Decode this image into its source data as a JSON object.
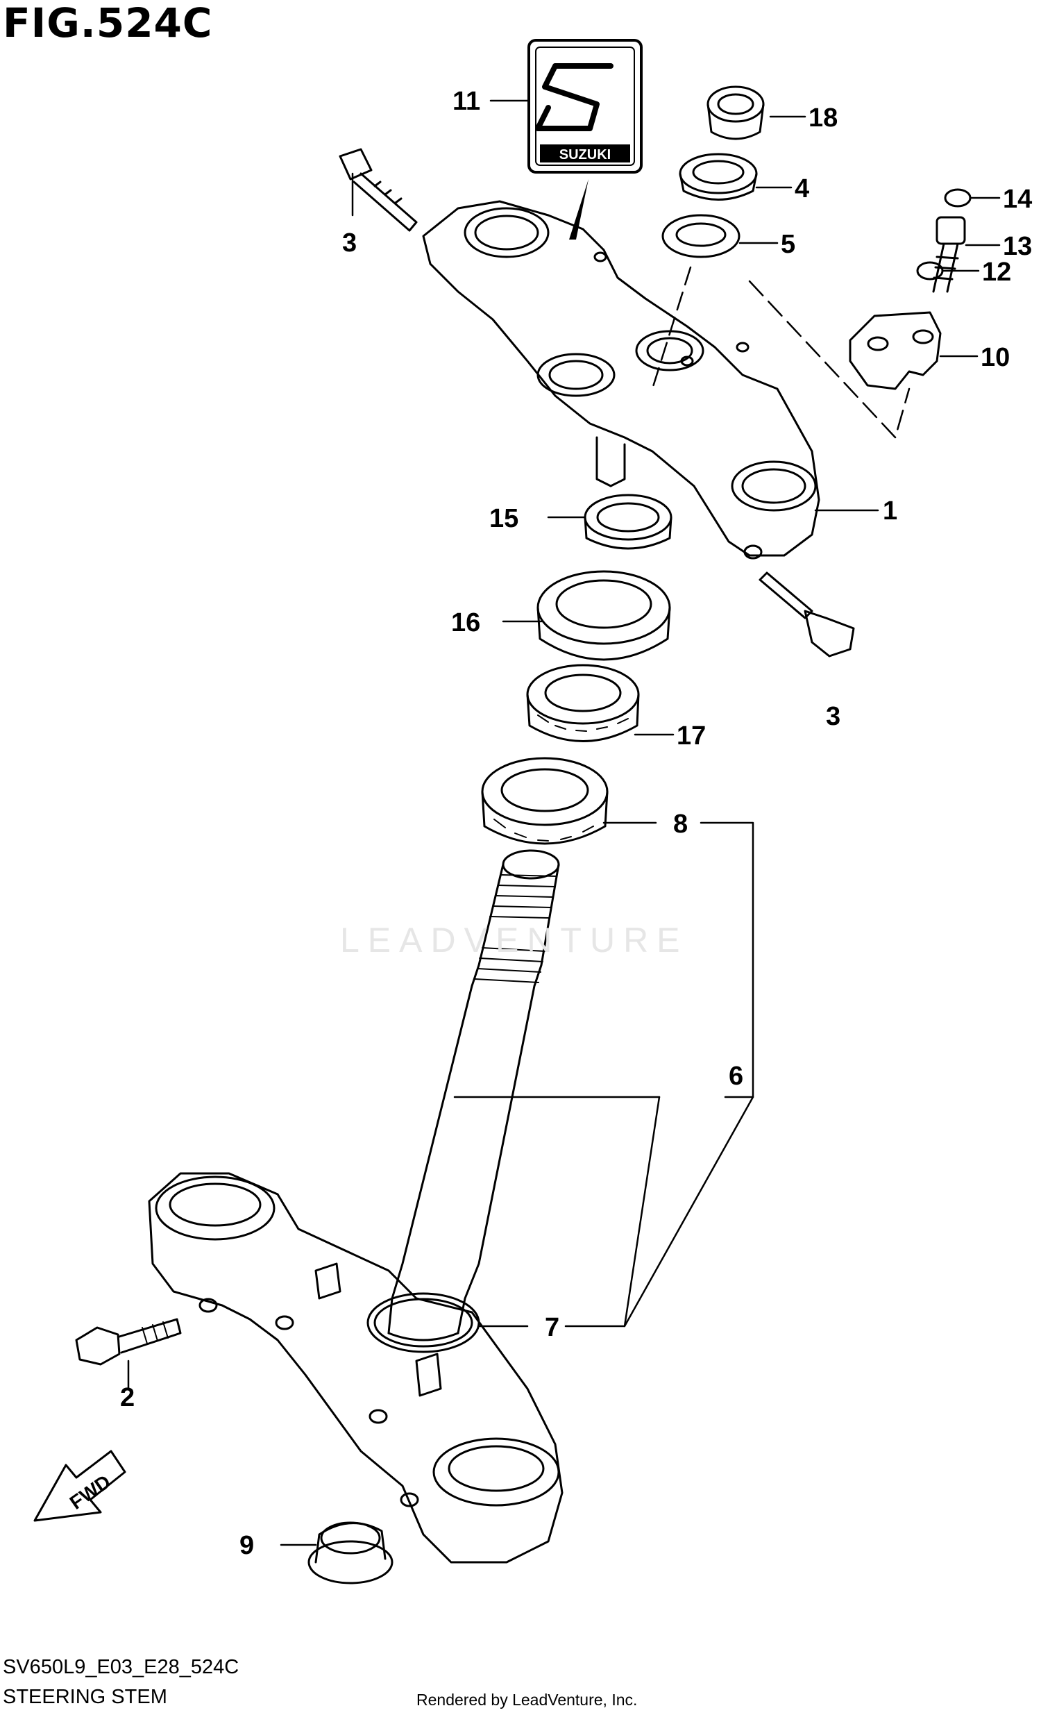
{
  "figure": {
    "title": "FIG.524C",
    "model_code": "SV650L9_E03_E28_524C",
    "section_name": "STEERING STEM",
    "rendered_by": "Rendered by LeadVenture, Inc.",
    "watermark": "LEADVENTURE"
  },
  "emblem": {
    "text": "SUZUKI"
  },
  "direction_arrow": {
    "text": "FWD"
  },
  "callouts": [
    "11",
    "18",
    "4",
    "5",
    "3",
    "14",
    "13",
    "12",
    "10",
    "1",
    "15",
    "16",
    "3",
    "17",
    "8",
    "6",
    "7",
    "2",
    "9"
  ]
}
